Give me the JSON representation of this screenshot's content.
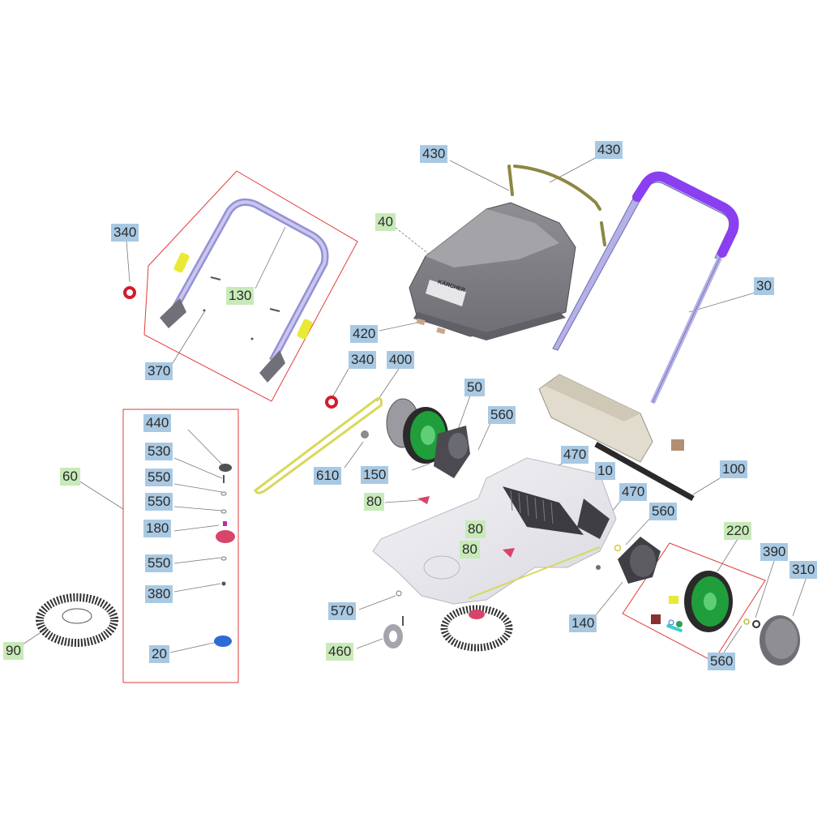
{
  "diagram": {
    "brand_label": "KÄRCHER",
    "colors": {
      "callout_blue": "#a9c9e3",
      "callout_green": "#c8eab9",
      "group_frame": "#e23b3b",
      "leader_line": "#7a7a7a",
      "handle_purple": "#8a3ff0",
      "handle_lavender": "#b3b1e6",
      "wheel_green": "#1f9e3b",
      "hopper_grey": "#8e8e93",
      "rope_yellow": "#d8d85a",
      "seal_olive": "#8c8742",
      "clip_red": "#d21c2c",
      "knob_yellow": "#e9ea36",
      "blue_cap": "#2f6bd6",
      "pink_part": "#d8446a"
    },
    "callouts": [
      {
        "text": "430",
        "style": "blue"
      },
      {
        "text": "430",
        "style": "blue"
      },
      {
        "text": "40",
        "style": "green"
      },
      {
        "text": "340",
        "style": "blue"
      },
      {
        "text": "130",
        "style": "green"
      },
      {
        "text": "370",
        "style": "blue"
      },
      {
        "text": "30",
        "style": "blue"
      },
      {
        "text": "420",
        "style": "blue"
      },
      {
        "text": "340",
        "style": "blue"
      },
      {
        "text": "400",
        "style": "blue"
      },
      {
        "text": "50",
        "style": "blue"
      },
      {
        "text": "560",
        "style": "blue"
      },
      {
        "text": "440",
        "style": "blue"
      },
      {
        "text": "530",
        "style": "blue"
      },
      {
        "text": "550",
        "style": "blue"
      },
      {
        "text": "550",
        "style": "blue"
      },
      {
        "text": "180",
        "style": "blue"
      },
      {
        "text": "550",
        "style": "blue"
      },
      {
        "text": "380",
        "style": "blue"
      },
      {
        "text": "20",
        "style": "blue"
      },
      {
        "text": "60",
        "style": "green"
      },
      {
        "text": "90",
        "style": "green"
      },
      {
        "text": "150",
        "style": "blue"
      },
      {
        "text": "610",
        "style": "blue"
      },
      {
        "text": "470",
        "style": "blue"
      },
      {
        "text": "10",
        "style": "blue"
      },
      {
        "text": "470",
        "style": "blue"
      },
      {
        "text": "100",
        "style": "blue"
      },
      {
        "text": "80",
        "style": "green"
      },
      {
        "text": "80",
        "style": "green"
      },
      {
        "text": "80",
        "style": "green"
      },
      {
        "text": "560",
        "style": "blue"
      },
      {
        "text": "220",
        "style": "green"
      },
      {
        "text": "390",
        "style": "blue"
      },
      {
        "text": "310",
        "style": "blue"
      },
      {
        "text": "570",
        "style": "blue"
      },
      {
        "text": "460",
        "style": "green"
      },
      {
        "text": "140",
        "style": "blue"
      },
      {
        "text": "560",
        "style": "blue"
      }
    ]
  }
}
